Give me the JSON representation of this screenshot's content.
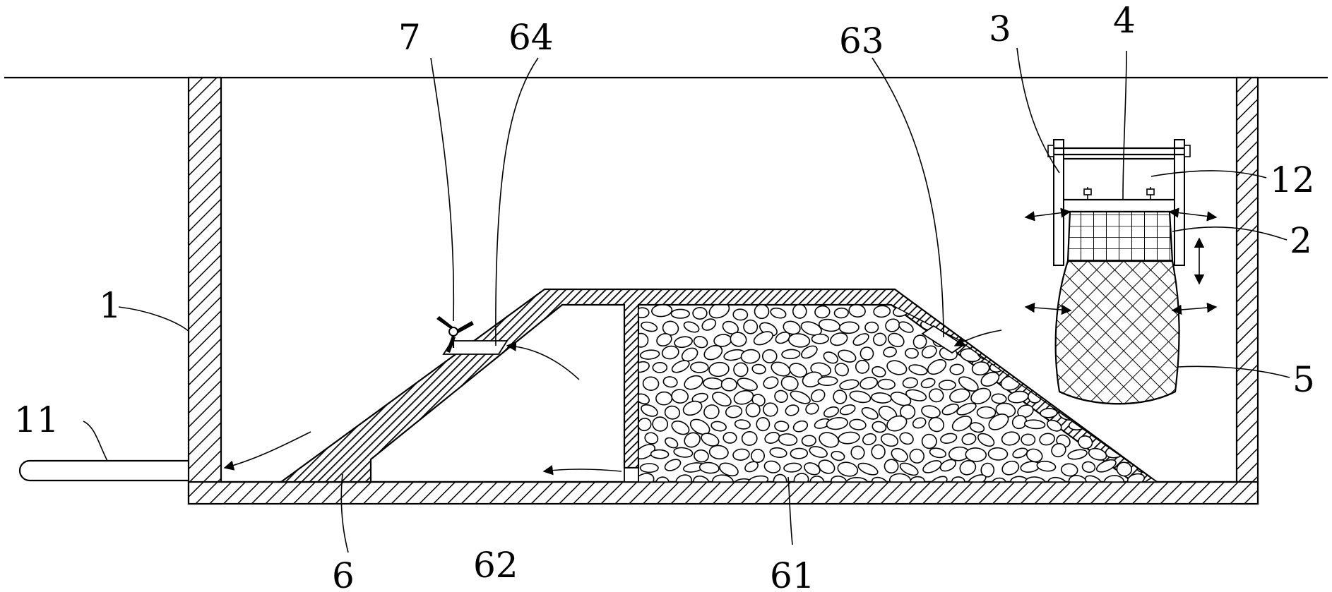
{
  "labels": {
    "l1": "1",
    "l11": "11",
    "l7": "7",
    "l64": "64",
    "l63": "63",
    "l3": "3",
    "l4": "4",
    "l12": "12",
    "l2": "2",
    "l5": "5",
    "l6": "6",
    "l62": "62",
    "l61": "61"
  }
}
